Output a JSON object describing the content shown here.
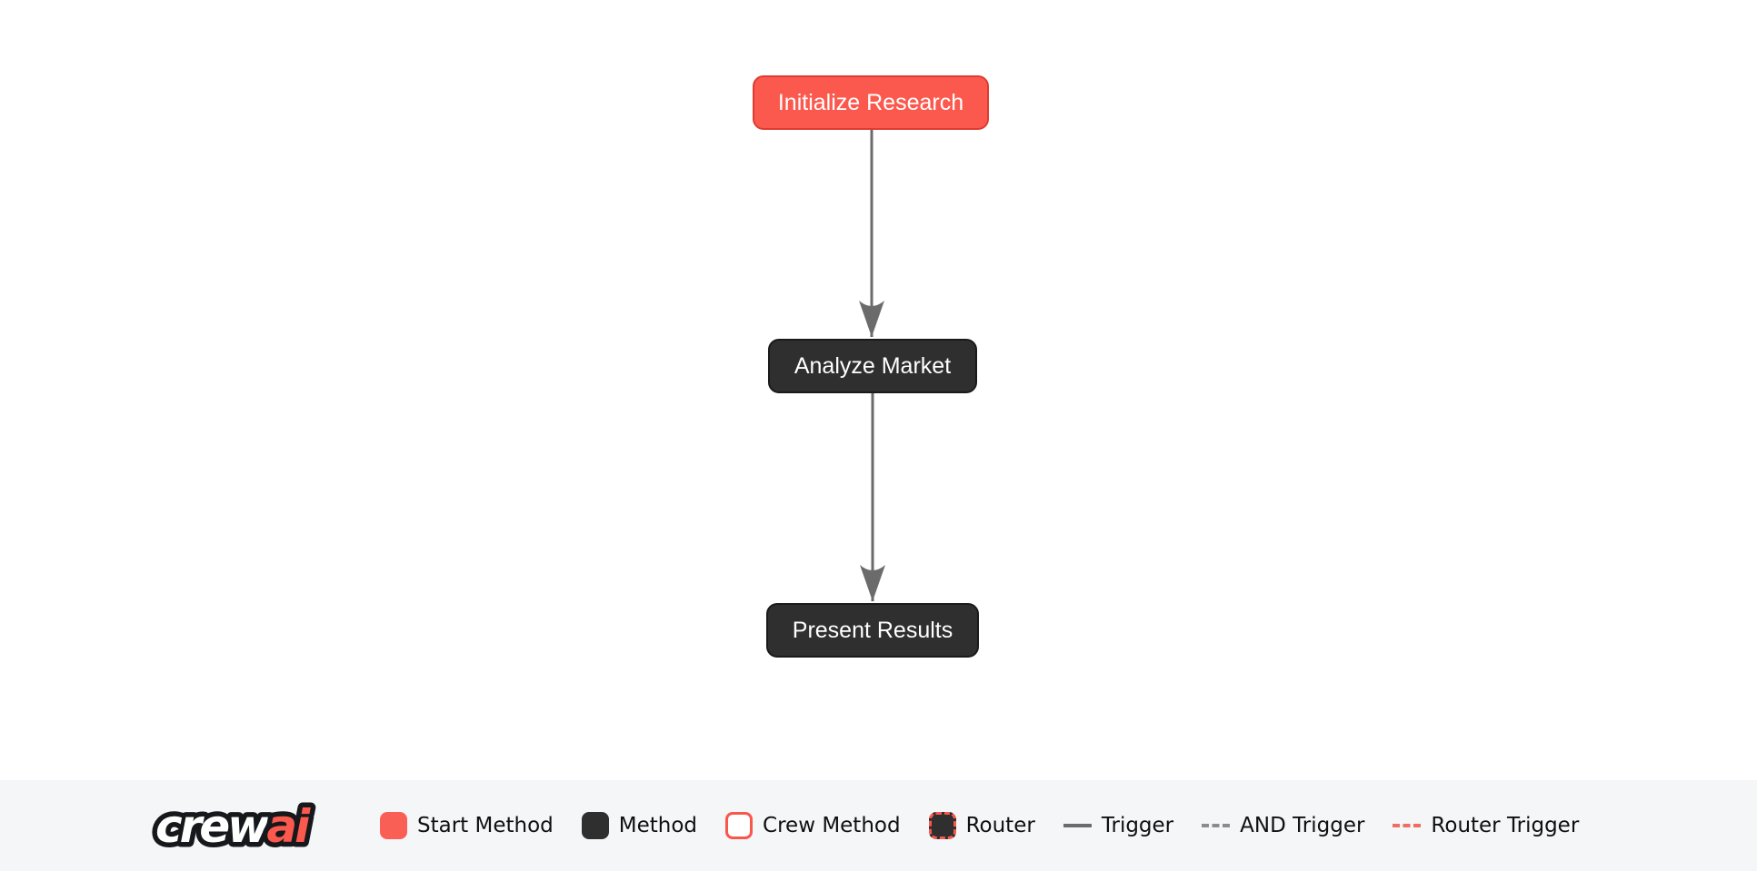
{
  "flow": {
    "nodes": [
      {
        "id": "initialize_research",
        "label": "Initialize Research",
        "type": "start-method"
      },
      {
        "id": "analyze_market",
        "label": "Analyze Market",
        "type": "method"
      },
      {
        "id": "present_results",
        "label": "Present Results",
        "type": "method"
      }
    ],
    "edges": [
      {
        "from": "initialize_research",
        "to": "analyze_market",
        "type": "trigger"
      },
      {
        "from": "analyze_market",
        "to": "present_results",
        "type": "trigger"
      }
    ]
  },
  "legend": {
    "logo": {
      "crew": "crew",
      "ai": "ai"
    },
    "items": [
      {
        "label": "Start Method",
        "swatch": "start-method-swatch"
      },
      {
        "label": "Method",
        "swatch": "method-swatch"
      },
      {
        "label": "Crew Method",
        "swatch": "crew-method-swatch"
      },
      {
        "label": "Router",
        "swatch": "router-swatch"
      },
      {
        "label": "Trigger",
        "swatch": "trigger-line"
      },
      {
        "label": "AND Trigger",
        "swatch": "and-trigger-line"
      },
      {
        "label": "Router Trigger",
        "swatch": "router-trigger-line"
      }
    ]
  },
  "colors": {
    "start_method_fill": "#fb594e",
    "start_method_border": "#de3b31",
    "method_fill": "#2f2f2f",
    "method_border": "#1a1a1a",
    "edge": "#6b6b6b",
    "router_accent": "#f9564c",
    "legend_background": "#f5f6f8",
    "canvas_background": "#ffffff",
    "node_text": "#ffffff",
    "legend_text": "#101010"
  }
}
